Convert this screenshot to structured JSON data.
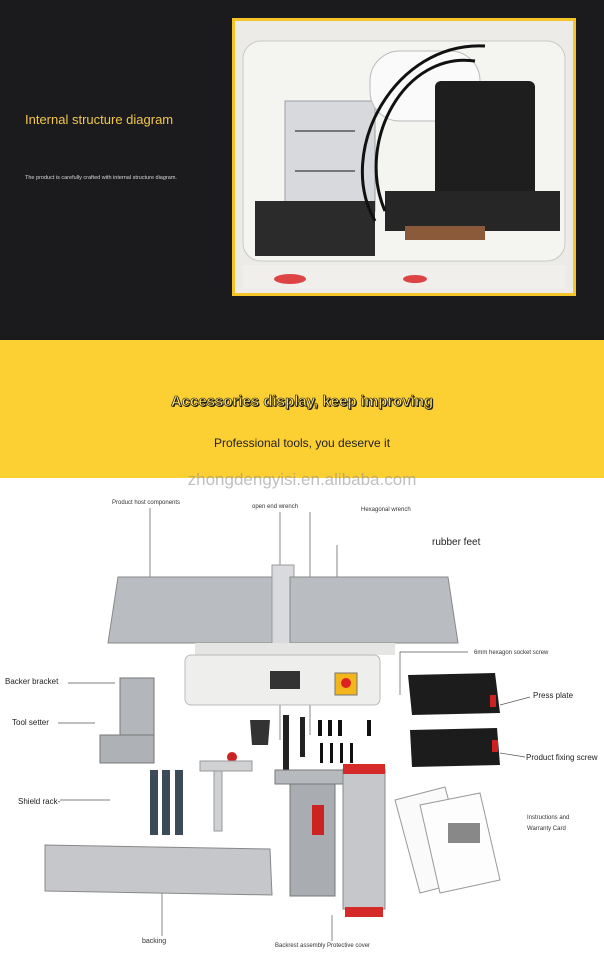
{
  "colors": {
    "dark_bg": "#1b1b1e",
    "accent_yellow": "#fccf32",
    "frame_yellow": "#f5c426",
    "label_red": "#c8252c"
  },
  "section1": {
    "heading": "Internal structure diagram",
    "subtext": "The product is carefully crafted with internal structure diagram."
  },
  "section2": {
    "title": "Accessories display, keep improving",
    "subtitle": "Professional tools, you deserve it"
  },
  "watermark": "zhongdengyisi.en.alibaba.com",
  "labels": {
    "host": "Product host components",
    "open_wrench": "open end wrench",
    "hex_wrench": "Hexagonal wrench",
    "rubber_feet": "rubber feet",
    "hex_socket_screw": "6mm hexagon socket screw",
    "backer_bracket": "Backer bracket",
    "press_plate": "Press plate",
    "tool_setter": "Tool setter",
    "fixing_screw": "Product fixing screw",
    "shield_rack": "Shield rack-",
    "instructions_line1": "Instructions and",
    "instructions_line2": "Warranty Card",
    "backing": "backing",
    "backrest_cover": "Backrest assembly Protective cover"
  },
  "icons": [
    "motor-icon",
    "planer-icon",
    "wrench-icon",
    "screw-icon",
    "press-plate-icon",
    "manual-icon"
  ]
}
